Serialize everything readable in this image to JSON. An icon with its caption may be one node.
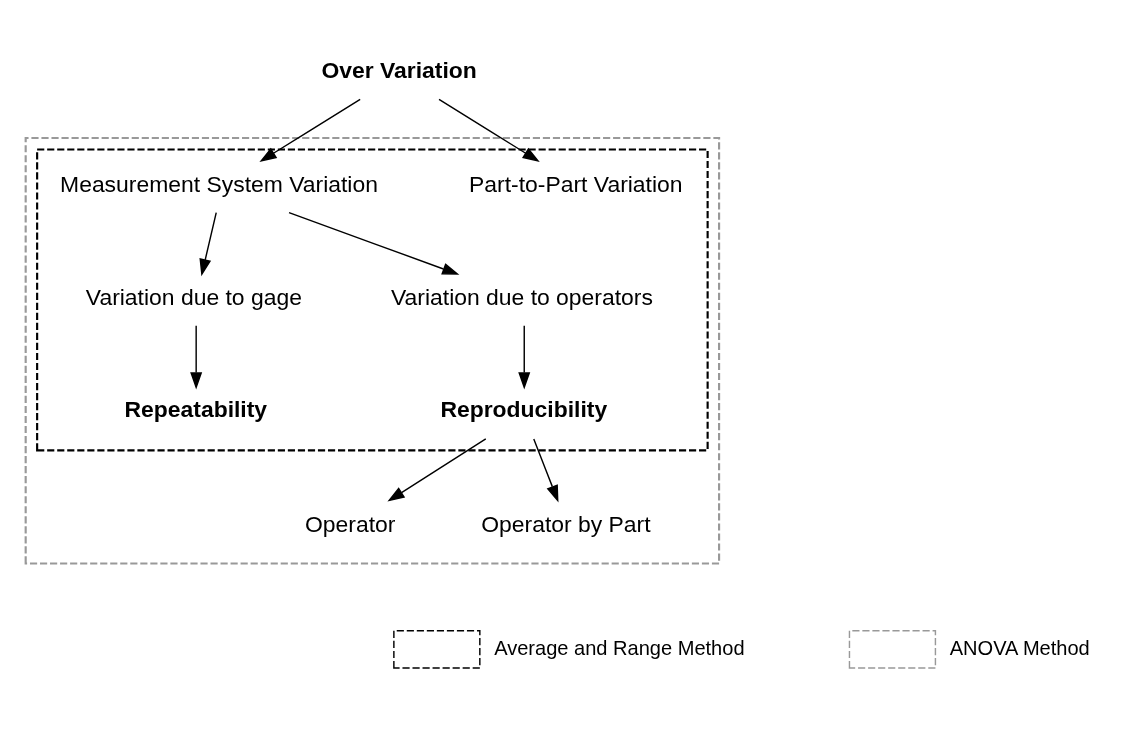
{
  "diagram": {
    "nodes": [
      {
        "text": [
          "Over Variation"
        ]
      },
      {
        "text": [],
        "shape": "box"
      },
      {
        "text": [],
        "shape": "box",
        "in": 1
      },
      {
        "text": [
          "Part-to-Part Variation"
        ],
        "in": 2
      },
      {
        "text": [
          "Measurement System Variation"
        ],
        "in": 2
      },
      {
        "text": [
          "Variation due to gage"
        ],
        "in": 2
      },
      {
        "text": [
          "Variation due to operators"
        ],
        "in": 2
      },
      {
        "text": [
          "Repeatability"
        ],
        "in": 2
      },
      {
        "text": [
          "Reproducibility"
        ],
        "in": 2
      },
      {
        "text": [
          "Operator"
        ],
        "in": 1
      },
      {
        "text": [
          "Operator by Part"
        ],
        "in": 1
      }
    ],
    "edges": [
      {
        "from": 0,
        "to": 3,
        "arrow": "to"
      },
      {
        "from": 0,
        "to": 4,
        "arrow": "to"
      },
      {
        "from": 4,
        "to": 5,
        "arrow": "to"
      },
      {
        "from": 4,
        "to": 6,
        "arrow": "to"
      },
      {
        "from": 5,
        "to": 7,
        "arrow": "to"
      },
      {
        "from": 6,
        "to": 8,
        "arrow": "to"
      },
      {
        "from": 8,
        "to": 9,
        "arrow": "to"
      },
      {
        "from": 8,
        "to": 10,
        "arrow": "to"
      }
    ],
    "legend": [
      {
        "text": "Average and Range Method"
      },
      {
        "text": "ANOVA Method"
      }
    ]
  }
}
